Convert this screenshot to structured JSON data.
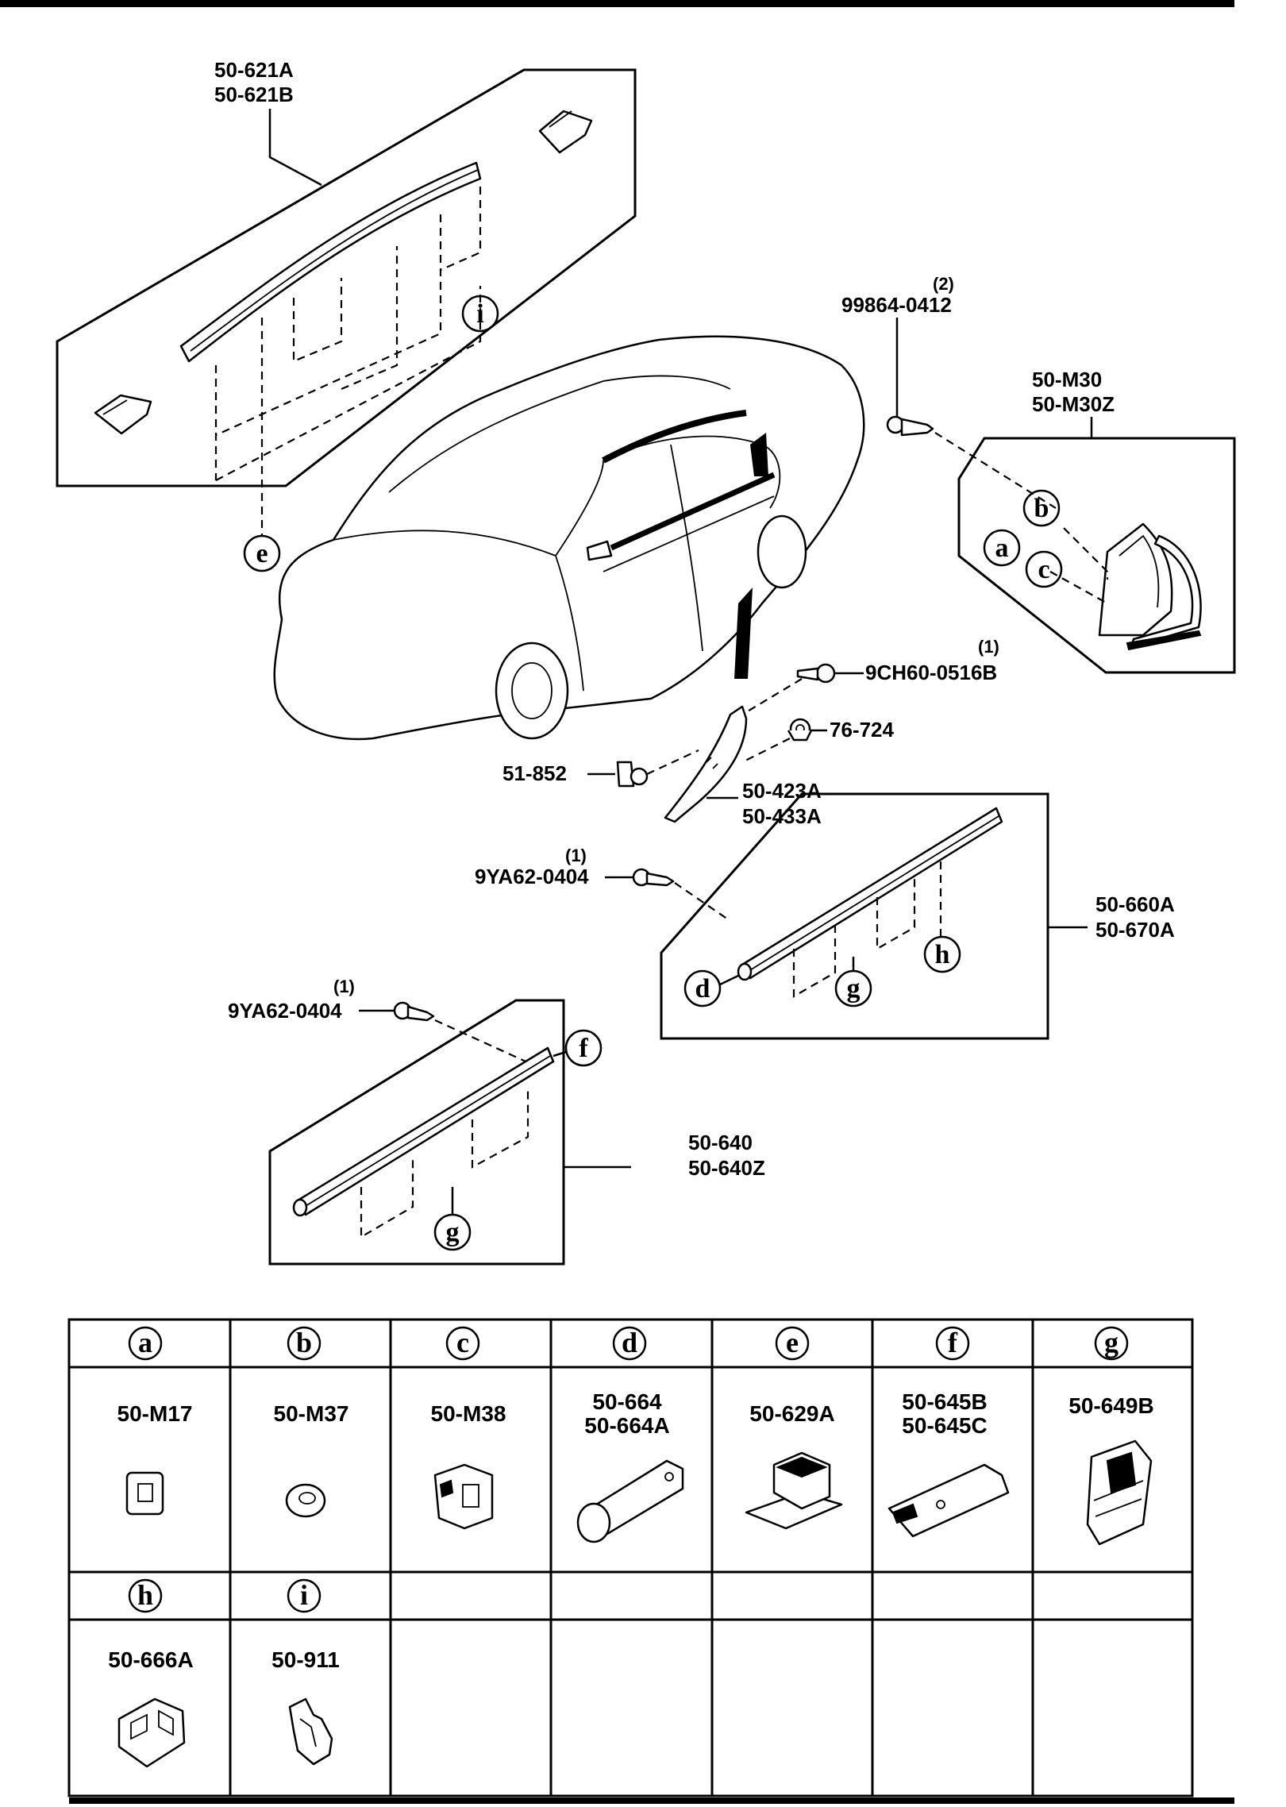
{
  "callouts": {
    "roof_molding": "50-621A",
    "roof_molding_alt": "50-621B",
    "screw_top": "99864-0412",
    "screw_top_qty": "(2)",
    "garnish": "50-M30",
    "garnish_alt": "50-M30Z",
    "bolt_mid": "9CH60-0516B",
    "bolt_mid_qty": "(1)",
    "clip_mid": "76-724",
    "nut_left": "51-852",
    "mudguard": "50-423A",
    "mudguard_alt": "50-433A",
    "screw_rear": "9YA62-0404",
    "screw_rear_qty": "(1)",
    "rear_molding": "50-660A",
    "rear_molding_alt": "50-670A",
    "screw_front": "9YA62-0404",
    "screw_front_qty": "(1)",
    "front_molding": "50-640",
    "front_molding_alt": "50-640Z"
  },
  "circle_labels": {
    "i": "i",
    "e": "e",
    "a": "a",
    "b": "b",
    "c": "c",
    "d": "d",
    "g1": "g",
    "h": "h",
    "f": "f",
    "g2": "g"
  },
  "legend": [
    {
      "letter": "a",
      "parts": [
        "50-M17"
      ],
      "icon": "square-clip-icon"
    },
    {
      "letter": "b",
      "parts": [
        "50-M37"
      ],
      "icon": "grommet-icon"
    },
    {
      "letter": "c",
      "parts": [
        "50-M38"
      ],
      "icon": "fastener-clip-icon"
    },
    {
      "letter": "d",
      "parts": [
        "50-664",
        "50-664A"
      ],
      "icon": "end-cap-icon"
    },
    {
      "letter": "e",
      "parts": [
        "50-629A"
      ],
      "icon": "bracket-clip-icon"
    },
    {
      "letter": "f",
      "parts": [
        "50-645B",
        "50-645C"
      ],
      "icon": "molding-end-icon"
    },
    {
      "letter": "g",
      "parts": [
        "50-649B"
      ],
      "icon": "retainer-clip-icon"
    },
    {
      "letter": "h",
      "parts": [
        "50-666A"
      ],
      "icon": "block-clip-icon"
    },
    {
      "letter": "i",
      "parts": [
        "50-911"
      ],
      "icon": "hook-clip-icon"
    }
  ]
}
